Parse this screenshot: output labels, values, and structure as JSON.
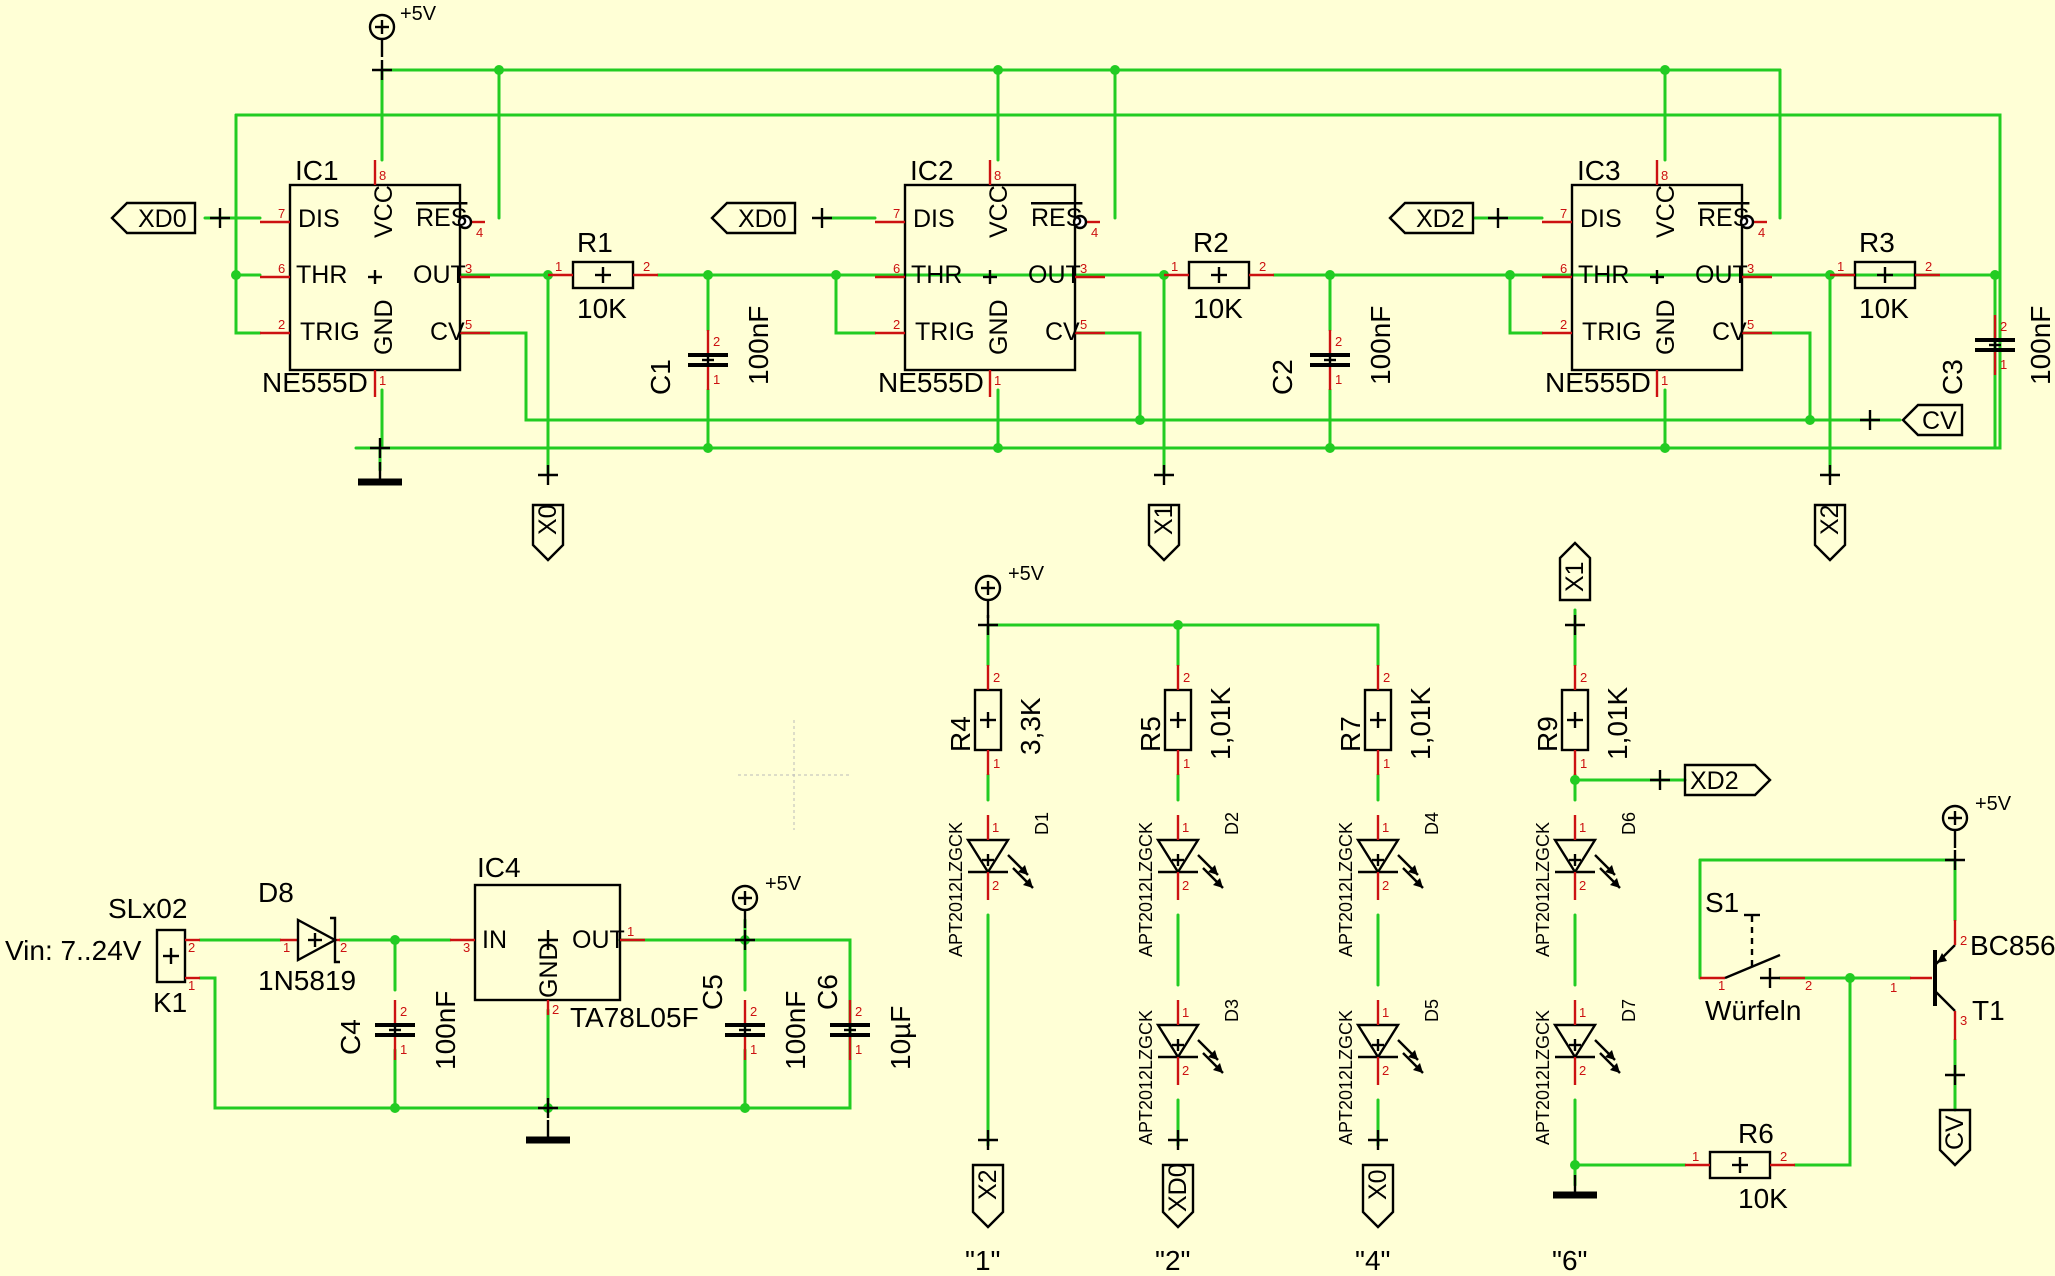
{
  "supply": {
    "vcc": "+5V"
  },
  "ics": [
    {
      "ref": "IC1",
      "value": "NE555D"
    },
    {
      "ref": "IC2",
      "value": "NE555D"
    },
    {
      "ref": "IC3",
      "value": "NE555D"
    }
  ],
  "pins555": {
    "dis": "DIS",
    "thr": "THR",
    "trig": "TRIG",
    "vcc": "VCC",
    "gnd": "GND",
    "res": "RES",
    "out": "OUT",
    "cv": "CV"
  },
  "resistors": {
    "r1": {
      "ref": "R1",
      "value": "10K"
    },
    "r2": {
      "ref": "R2",
      "value": "10K"
    },
    "r3": {
      "ref": "R3",
      "value": "10K"
    },
    "r4": {
      "ref": "R4",
      "value": "3,3K"
    },
    "r5": {
      "ref": "R5",
      "value": "1,01K"
    },
    "r7": {
      "ref": "R7",
      "value": "1,01K"
    },
    "r9": {
      "ref": "R9",
      "value": "1,01K"
    },
    "r6": {
      "ref": "R6",
      "value": "10K"
    }
  },
  "capacitors": {
    "c1": {
      "ref": "C1",
      "value": "100nF"
    },
    "c2": {
      "ref": "C2",
      "value": "100nF"
    },
    "c3": {
      "ref": "C3",
      "value": "100nF"
    },
    "c4": {
      "ref": "C4",
      "value": "100nF"
    },
    "c5": {
      "ref": "C5",
      "value": "100nF"
    },
    "c6": {
      "ref": "C6",
      "value": "10µF"
    }
  },
  "net_labels": {
    "xd0": "XD0",
    "xd2": "XD2",
    "cv": "CV",
    "x0": "X0",
    "x1": "X1",
    "x2": "X2"
  },
  "leds": {
    "part": "APT2012LZGCK",
    "d1": "D1",
    "d2": "D2",
    "d3": "D3",
    "d4": "D4",
    "d5": "D5",
    "d6": "D6",
    "d7": "D7"
  },
  "groups": {
    "g1": "\"1\"",
    "g2": "\"2\"",
    "g4": "\"4\"",
    "g6": "\"6\""
  },
  "power": {
    "connector_value": "SLx02",
    "connector_ref": "K1",
    "vin": "Vin: 7..24V",
    "diode_ref": "D8",
    "diode_value": "1N5819",
    "reg_ref": "IC4",
    "reg_value": "TA78L05F",
    "reg_in": "IN",
    "reg_out": "OUT",
    "reg_gnd": "GND"
  },
  "switch": {
    "ref": "S1",
    "value": "Würfeln"
  },
  "transistor": {
    "ref": "T1",
    "value": "BC856"
  }
}
